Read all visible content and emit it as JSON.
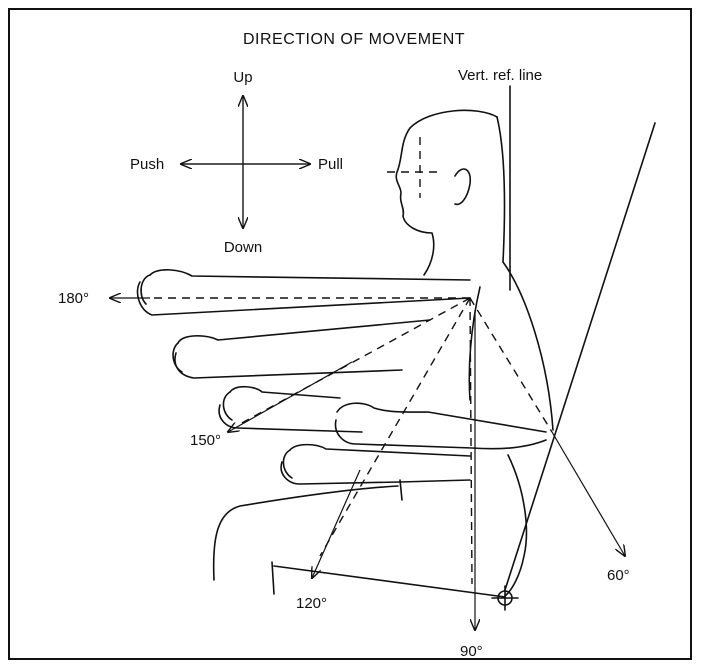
{
  "title": "DIRECTION OF MOVEMENT",
  "compass": {
    "up": "Up",
    "down": "Down",
    "push": "Push",
    "pull": "Pull"
  },
  "reference_line": "Vert. ref. line",
  "angles": {
    "a180": "180°",
    "a150": "150°",
    "a120": "120°",
    "a90": "90°",
    "a60": "60°"
  }
}
